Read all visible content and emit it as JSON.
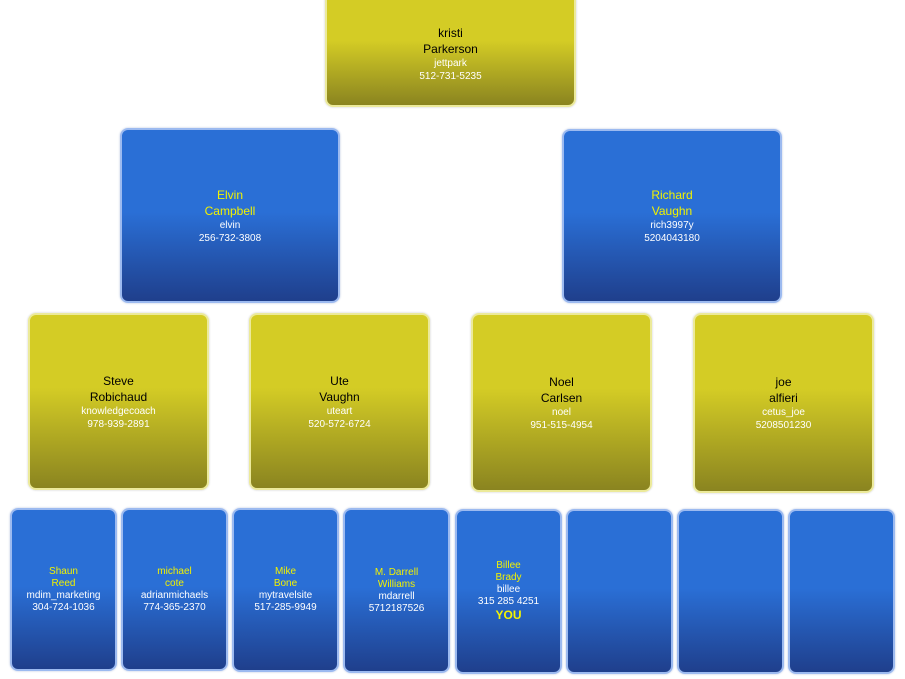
{
  "nodes": [
    {
      "first": "kristi",
      "last": "Parkerson",
      "username": "jettpark",
      "phone": "512-731-5235"
    },
    {
      "first": "Elvin",
      "last": "Campbell",
      "username": "elvin",
      "phone": "256-732-3808"
    },
    {
      "first": "Richard",
      "last": "Vaughn",
      "username": "rich3997y",
      "phone": "5204043180"
    },
    {
      "first": "Steve",
      "last": "Robichaud",
      "username": "knowledgecoach",
      "phone": "978-939-2891"
    },
    {
      "first": "Ute",
      "last": "Vaughn",
      "username": "uteart",
      "phone": "520-572-6724"
    },
    {
      "first": "Noel",
      "last": "Carlsen",
      "username": "noel",
      "phone": "951-515-4954"
    },
    {
      "first": "joe",
      "last": "alfieri",
      "username": "cetus_joe",
      "phone": "5208501230"
    },
    {
      "first": "Shaun",
      "last": "Reed",
      "username": "mdim_marketing",
      "phone": "304-724-1036"
    },
    {
      "first": "michael",
      "last": "cote",
      "username": "adrianmichaels",
      "phone": "774-365-2370"
    },
    {
      "first": "Mike",
      "last": "Bone",
      "username": "mytravelsite",
      "phone": "517-285-9949"
    },
    {
      "first": "M. Darrell",
      "last": "Williams",
      "username": "mdarrell",
      "phone": "5712187526"
    },
    {
      "first": "Billee",
      "last": "Brady",
      "username": "billee",
      "phone": "315 285 4251",
      "badge": "YOU"
    }
  ],
  "colors": {
    "yellow_node": "#d4cc25",
    "blue_node": "#2a6fd6",
    "name_on_blue": "#f2f200"
  }
}
